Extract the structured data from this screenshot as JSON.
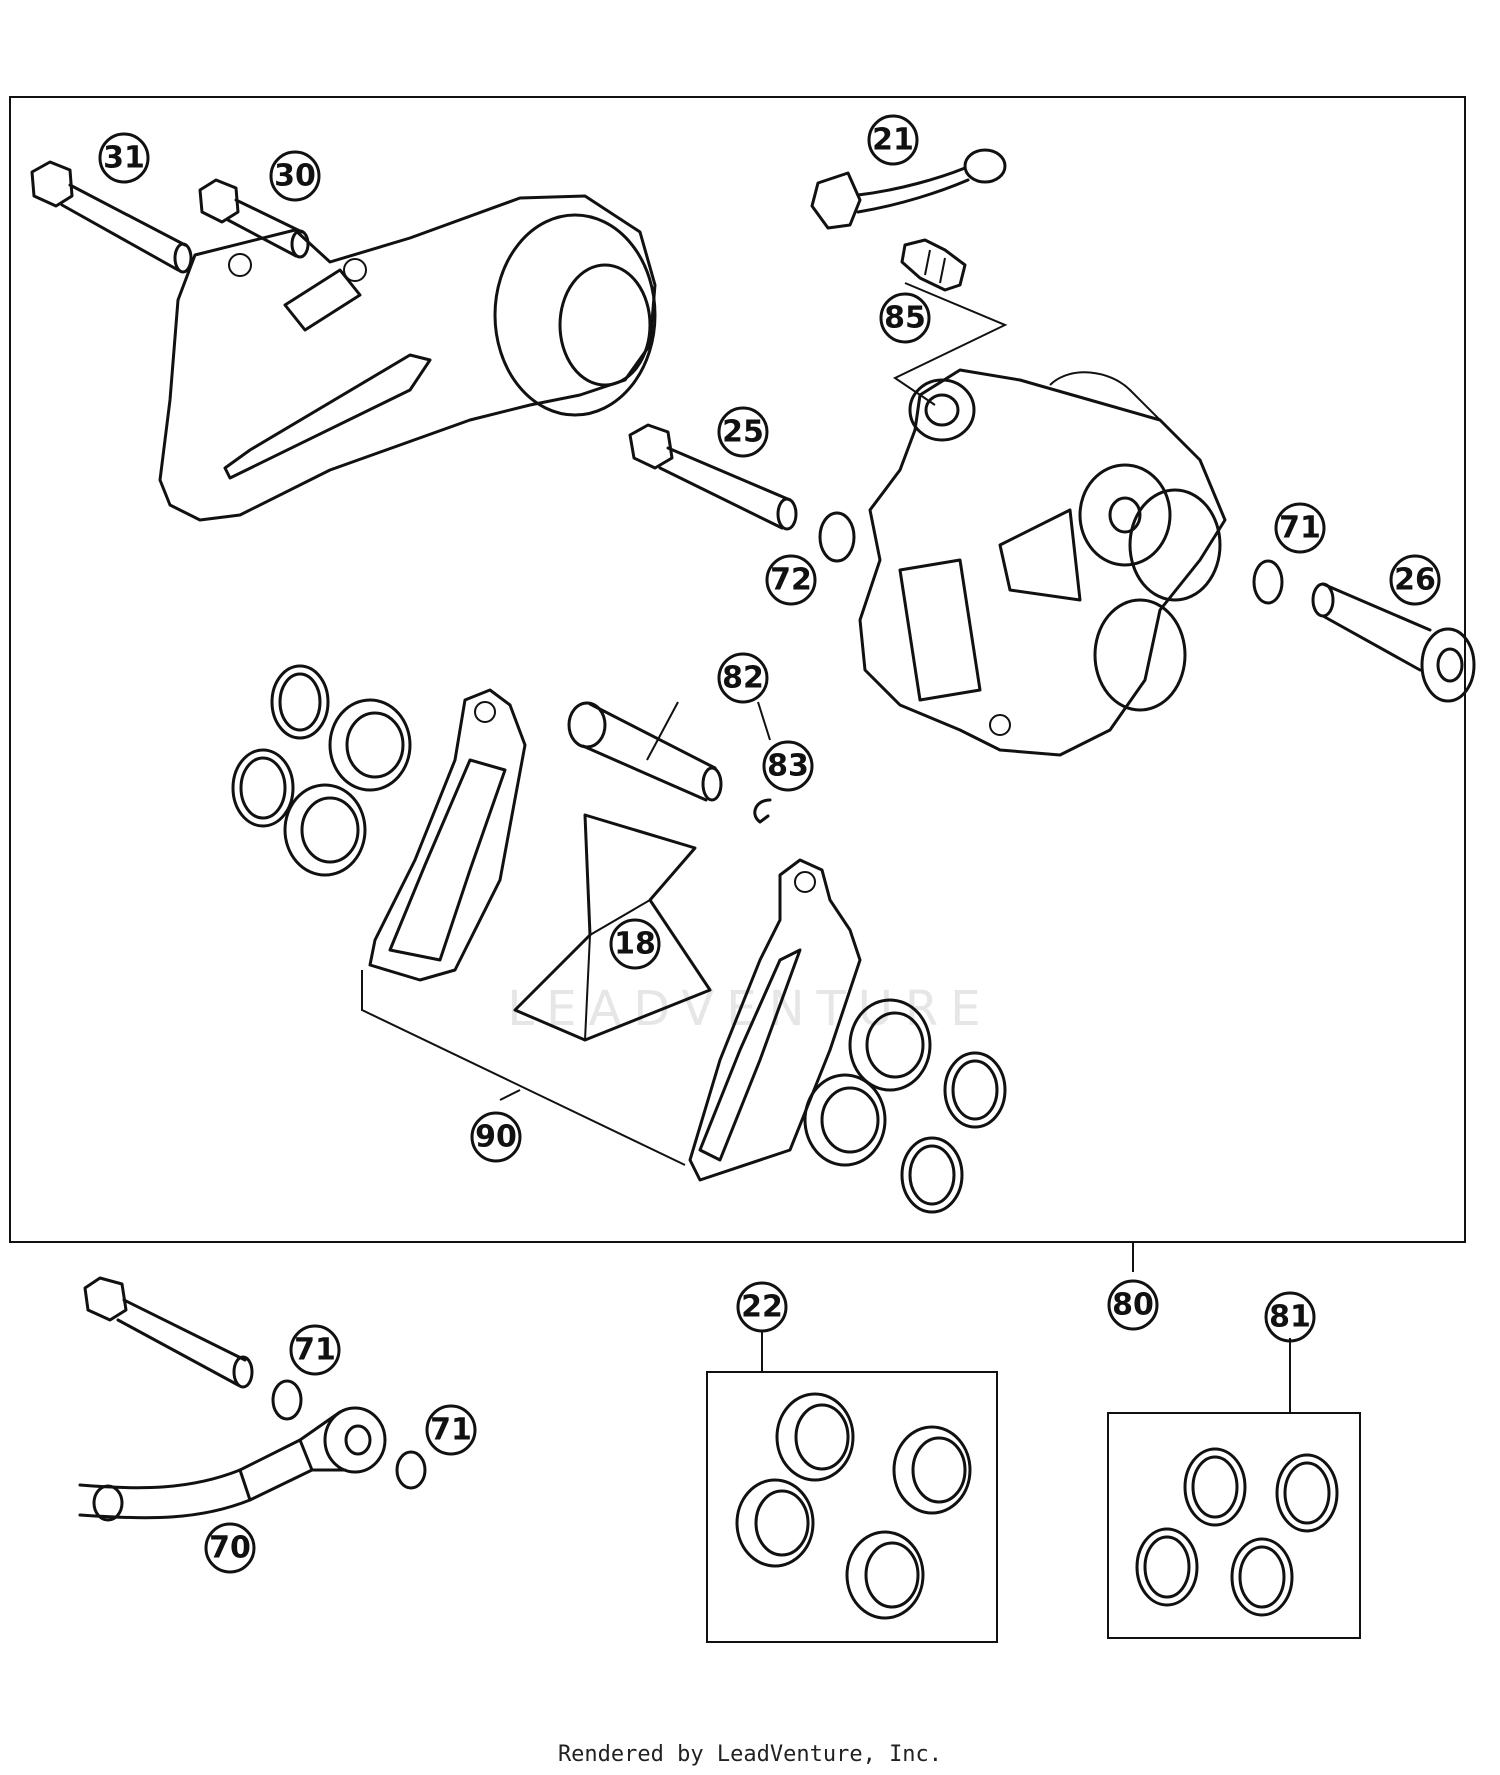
{
  "watermark": "LEADVENTURE",
  "footer": "Rendered by LeadVenture, Inc.",
  "callouts": [
    "31",
    "30",
    "21",
    "85",
    "25",
    "72",
    "71",
    "26",
    "82",
    "83",
    "18",
    "90",
    "80",
    "71",
    "71",
    "70",
    "22",
    "81"
  ]
}
